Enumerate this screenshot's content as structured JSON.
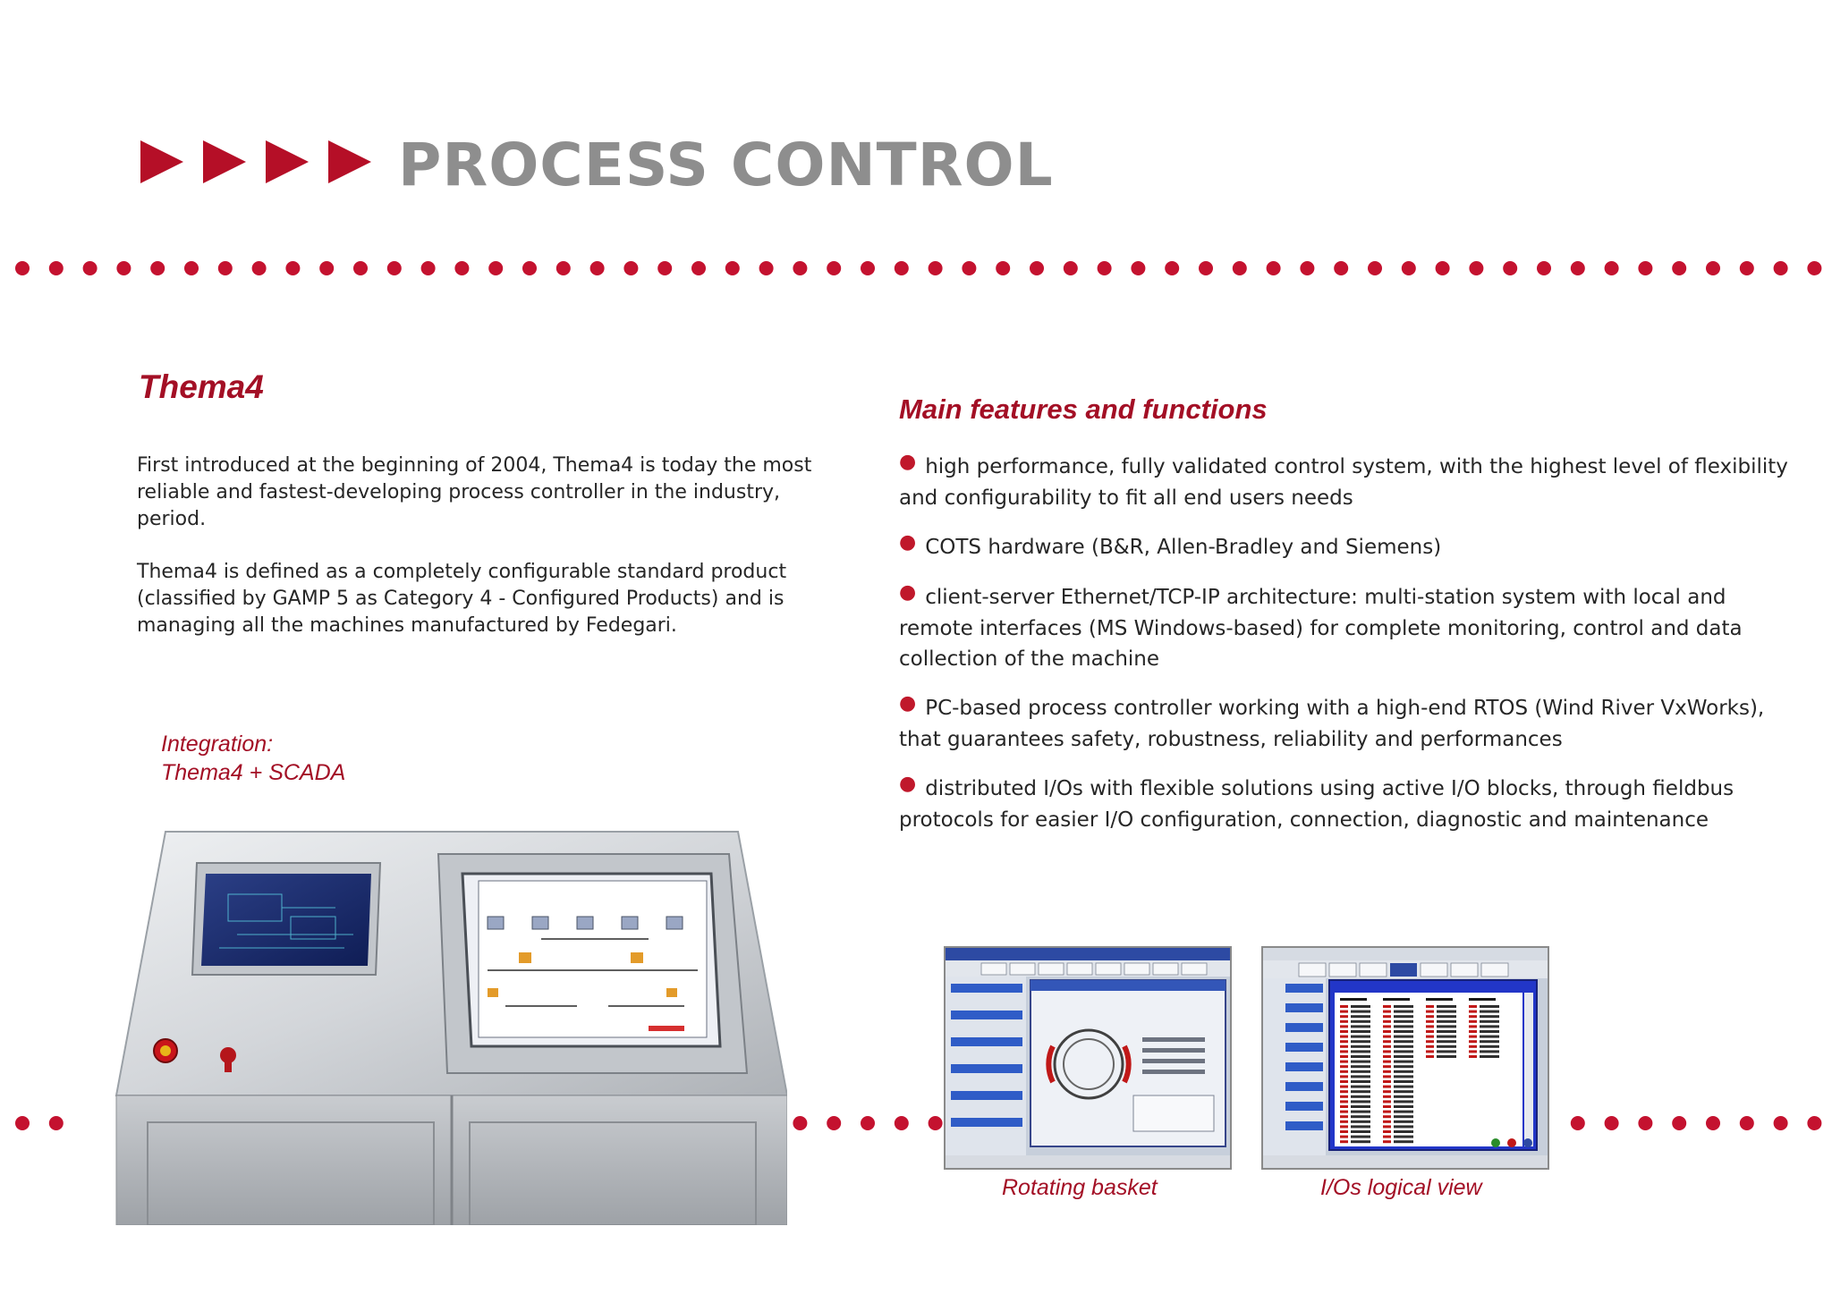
{
  "header": {
    "title": "PROCESS CONTROL",
    "arrow_icons": [
      "play-arrow-icon",
      "play-arrow-icon",
      "play-arrow-icon",
      "play-arrow-icon"
    ]
  },
  "left": {
    "title": "Thema4",
    "paragraphs": [
      "First introduced at the beginning of 2004, Thema4 is today the most reliable and fastest-developing process controller in the industry, period.",
      "Thema4 is defined as a completely configurable standard product (classified by GAMP 5 as Category 4 - Configured Products) and is managing all the machines manufactured by Fedegari."
    ],
    "integration_line1": "Integration:",
    "integration_line2": "Thema4 + SCADA"
  },
  "features": {
    "title": "Main features and functions",
    "items": [
      "high performance, fully validated control system, with the highest level of flexibility and configurability to fit all end users needs",
      "COTS hardware (B&R, Allen-Bradley and Siemens)",
      "client-server Ethernet/TCP-IP architecture: multi-station system with local and remote interfaces (MS Windows-based) for complete monitoring, control and data collection of the machine",
      "PC-based process controller working with a high-end RTOS (Wind River VxWorks), that guarantees safety, robustness, reliability and performances",
      "distributed I/Os with flexible solutions using active I/O blocks, through fieldbus protocols for easier I/O configuration, connection, diagnostic and maintenance"
    ]
  },
  "screenshots": {
    "rotating_basket_caption": "Rotating basket",
    "io_view_caption": "I/Os logical view"
  },
  "colors": {
    "accent_red": "#a30f25",
    "dot_red": "#c4122f",
    "title_gray": "#8e8e8e"
  }
}
